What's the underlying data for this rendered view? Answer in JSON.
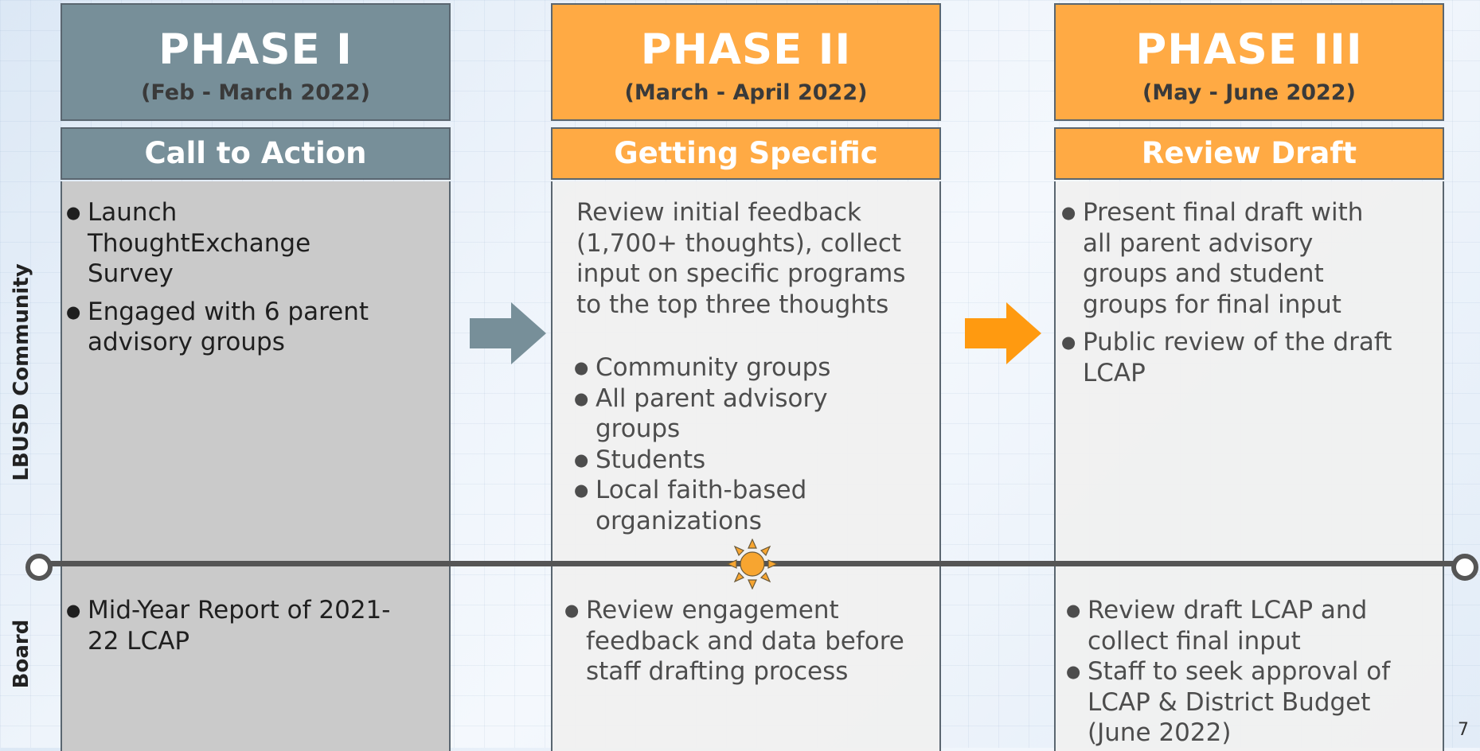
{
  "side_labels": {
    "community": "LBUSD Community",
    "board": "Board"
  },
  "phases": [
    {
      "title": "PHASE I",
      "dates": "(Feb - March 2022)",
      "subtitle": "Call to Action",
      "community_bullets": [
        "Launch ThoughtExchange Survey",
        "Engaged with 6 parent advisory groups"
      ],
      "board_bullets": [
        "Mid-Year Report of 2021-22 LCAP"
      ]
    },
    {
      "title": "PHASE II",
      "dates": "(March - April 2022)",
      "subtitle": "Getting Specific",
      "community_text": "Review initial feedback (1,700+ thoughts), collect input on specific programs to the top three thoughts",
      "community_bullets": [
        "Community groups",
        "All parent advisory groups",
        "Students",
        "Local faith-based organizations"
      ],
      "board_bullets": [
        "Review engagement feedback and data before staff drafting process"
      ]
    },
    {
      "title": "PHASE III",
      "dates": "(May - June 2022)",
      "subtitle": "Review Draft",
      "community_bullets": [
        "Present final draft with all parent advisory groups and student groups for final input",
        "Public review of the draft LCAP"
      ],
      "board_bullets": [
        "Review draft LCAP and collect final input",
        "Staff to seek approval of LCAP & District Budget (June 2022)"
      ]
    }
  ],
  "page_number": "7",
  "colors": {
    "phase_gray": "#778f99",
    "phase_orange": "#ffaa44",
    "arrow_gray": "#778f99",
    "arrow_orange": "#ff9a10",
    "timeline": "#555555",
    "sun": "#f7a530"
  },
  "icons": {
    "arrow1": "right-arrow-icon",
    "arrow2": "right-arrow-icon",
    "milestone": "sun-icon"
  }
}
